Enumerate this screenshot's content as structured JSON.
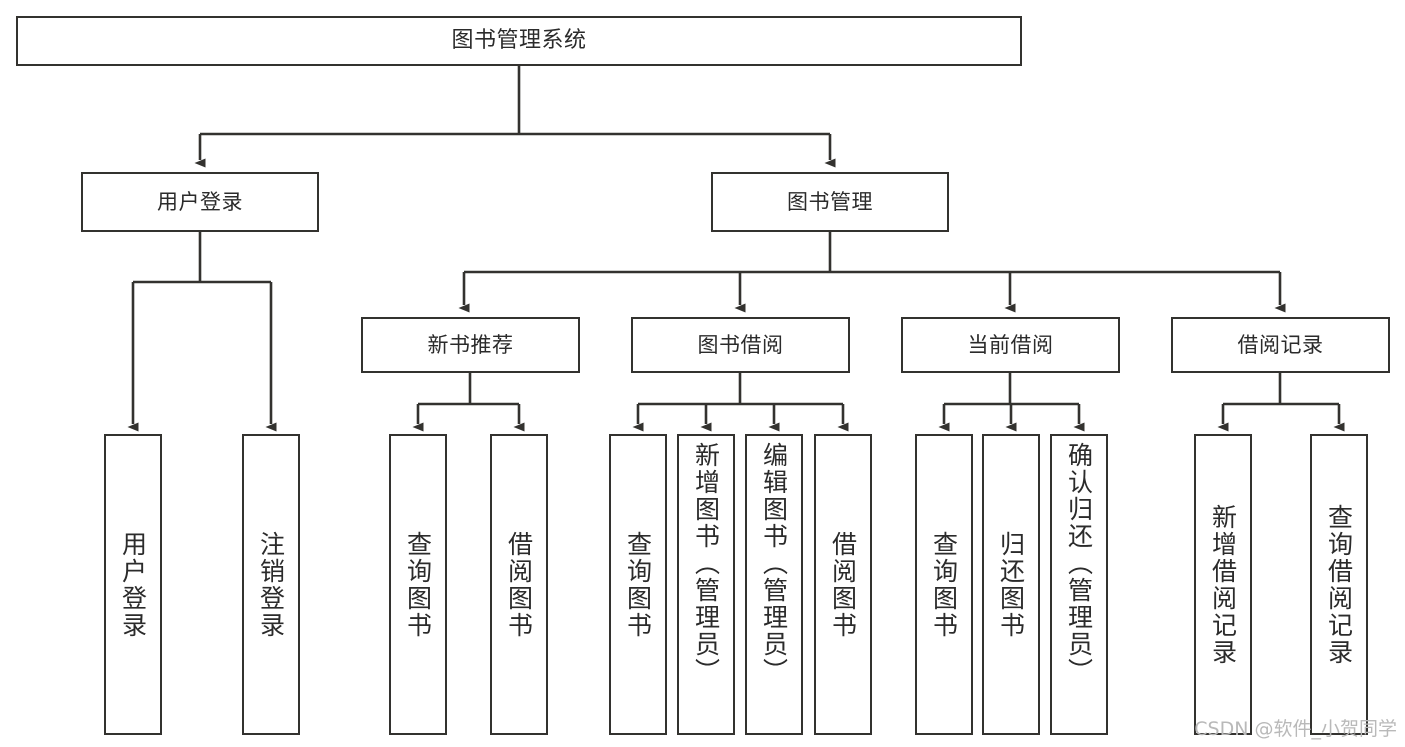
{
  "diagram": {
    "type": "tree-hierarchy",
    "title": "图书管理系统",
    "orientation": "top-down",
    "colors": {
      "box_border": "#33322f",
      "box_fill": "#ffffff",
      "edge": "#33322f",
      "text": "#2b2b2b",
      "watermark": "#b9b9b9",
      "background": "#ffffff"
    },
    "levels": 4
  },
  "watermark": {
    "text": "CSDN @软件_小贺同学"
  },
  "nodes": {
    "root": {
      "id": "root",
      "label": "图书管理系统",
      "level": 1,
      "orientation": "horizontal"
    },
    "level2": [
      {
        "id": "user-login",
        "label": "用户登录",
        "level": 2,
        "orientation": "horizontal",
        "parent": "root"
      },
      {
        "id": "book-manage",
        "label": "图书管理",
        "level": 2,
        "orientation": "horizontal",
        "parent": "root"
      }
    ],
    "level3": [
      {
        "id": "new-book-recommend",
        "label": "新书推荐",
        "level": 3,
        "orientation": "horizontal",
        "parent": "book-manage"
      },
      {
        "id": "book-borrow",
        "label": "图书借阅",
        "level": 3,
        "orientation": "horizontal",
        "parent": "book-manage"
      },
      {
        "id": "current-borrow",
        "label": "当前借阅",
        "level": 3,
        "orientation": "horizontal",
        "parent": "book-manage"
      },
      {
        "id": "borrow-record",
        "label": "借阅记录",
        "level": 3,
        "orientation": "horizontal",
        "parent": "book-manage"
      }
    ],
    "leaves": [
      {
        "id": "leaf-user-login",
        "label": "用户登录",
        "level": 3,
        "orientation": "vertical",
        "parent": "user-login",
        "align": "centered"
      },
      {
        "id": "leaf-logout",
        "label": "注销登录",
        "level": 3,
        "orientation": "vertical",
        "parent": "user-login",
        "align": "centered"
      },
      {
        "id": "leaf-query-book-rec",
        "label": "查询图书",
        "level": 4,
        "orientation": "vertical",
        "parent": "new-book-recommend",
        "align": "centered"
      },
      {
        "id": "leaf-borrow-book-rec",
        "label": "借阅图书",
        "level": 4,
        "orientation": "vertical",
        "parent": "new-book-recommend",
        "align": "centered"
      },
      {
        "id": "leaf-query-book-bor",
        "label": "查询图书",
        "level": 4,
        "orientation": "vertical",
        "parent": "book-borrow",
        "align": "centered"
      },
      {
        "id": "leaf-add-book-admin",
        "label": "新增图书（管理员）",
        "level": 4,
        "orientation": "vertical",
        "parent": "book-borrow",
        "align": "top"
      },
      {
        "id": "leaf-edit-book-admin",
        "label": "编辑图书（管理员）",
        "level": 4,
        "orientation": "vertical",
        "parent": "book-borrow",
        "align": "top"
      },
      {
        "id": "leaf-borrow-book-bor",
        "label": "借阅图书",
        "level": 4,
        "orientation": "vertical",
        "parent": "book-borrow",
        "align": "centered"
      },
      {
        "id": "leaf-query-book-cur",
        "label": "查询图书",
        "level": 4,
        "orientation": "vertical",
        "parent": "current-borrow",
        "align": "centered"
      },
      {
        "id": "leaf-return-book",
        "label": "归还图书",
        "level": 4,
        "orientation": "vertical",
        "parent": "current-borrow",
        "align": "centered"
      },
      {
        "id": "leaf-confirm-return-admin",
        "label": "确认归还（管理员）",
        "level": 4,
        "orientation": "vertical",
        "parent": "current-borrow",
        "align": "top"
      },
      {
        "id": "leaf-add-borrow-record",
        "label": "新增借阅记录",
        "level": 4,
        "orientation": "vertical",
        "parent": "borrow-record",
        "align": "centered"
      },
      {
        "id": "leaf-query-borrow-record",
        "label": "查询借阅记录",
        "level": 4,
        "orientation": "vertical",
        "parent": "borrow-record",
        "align": "centered"
      }
    ]
  }
}
